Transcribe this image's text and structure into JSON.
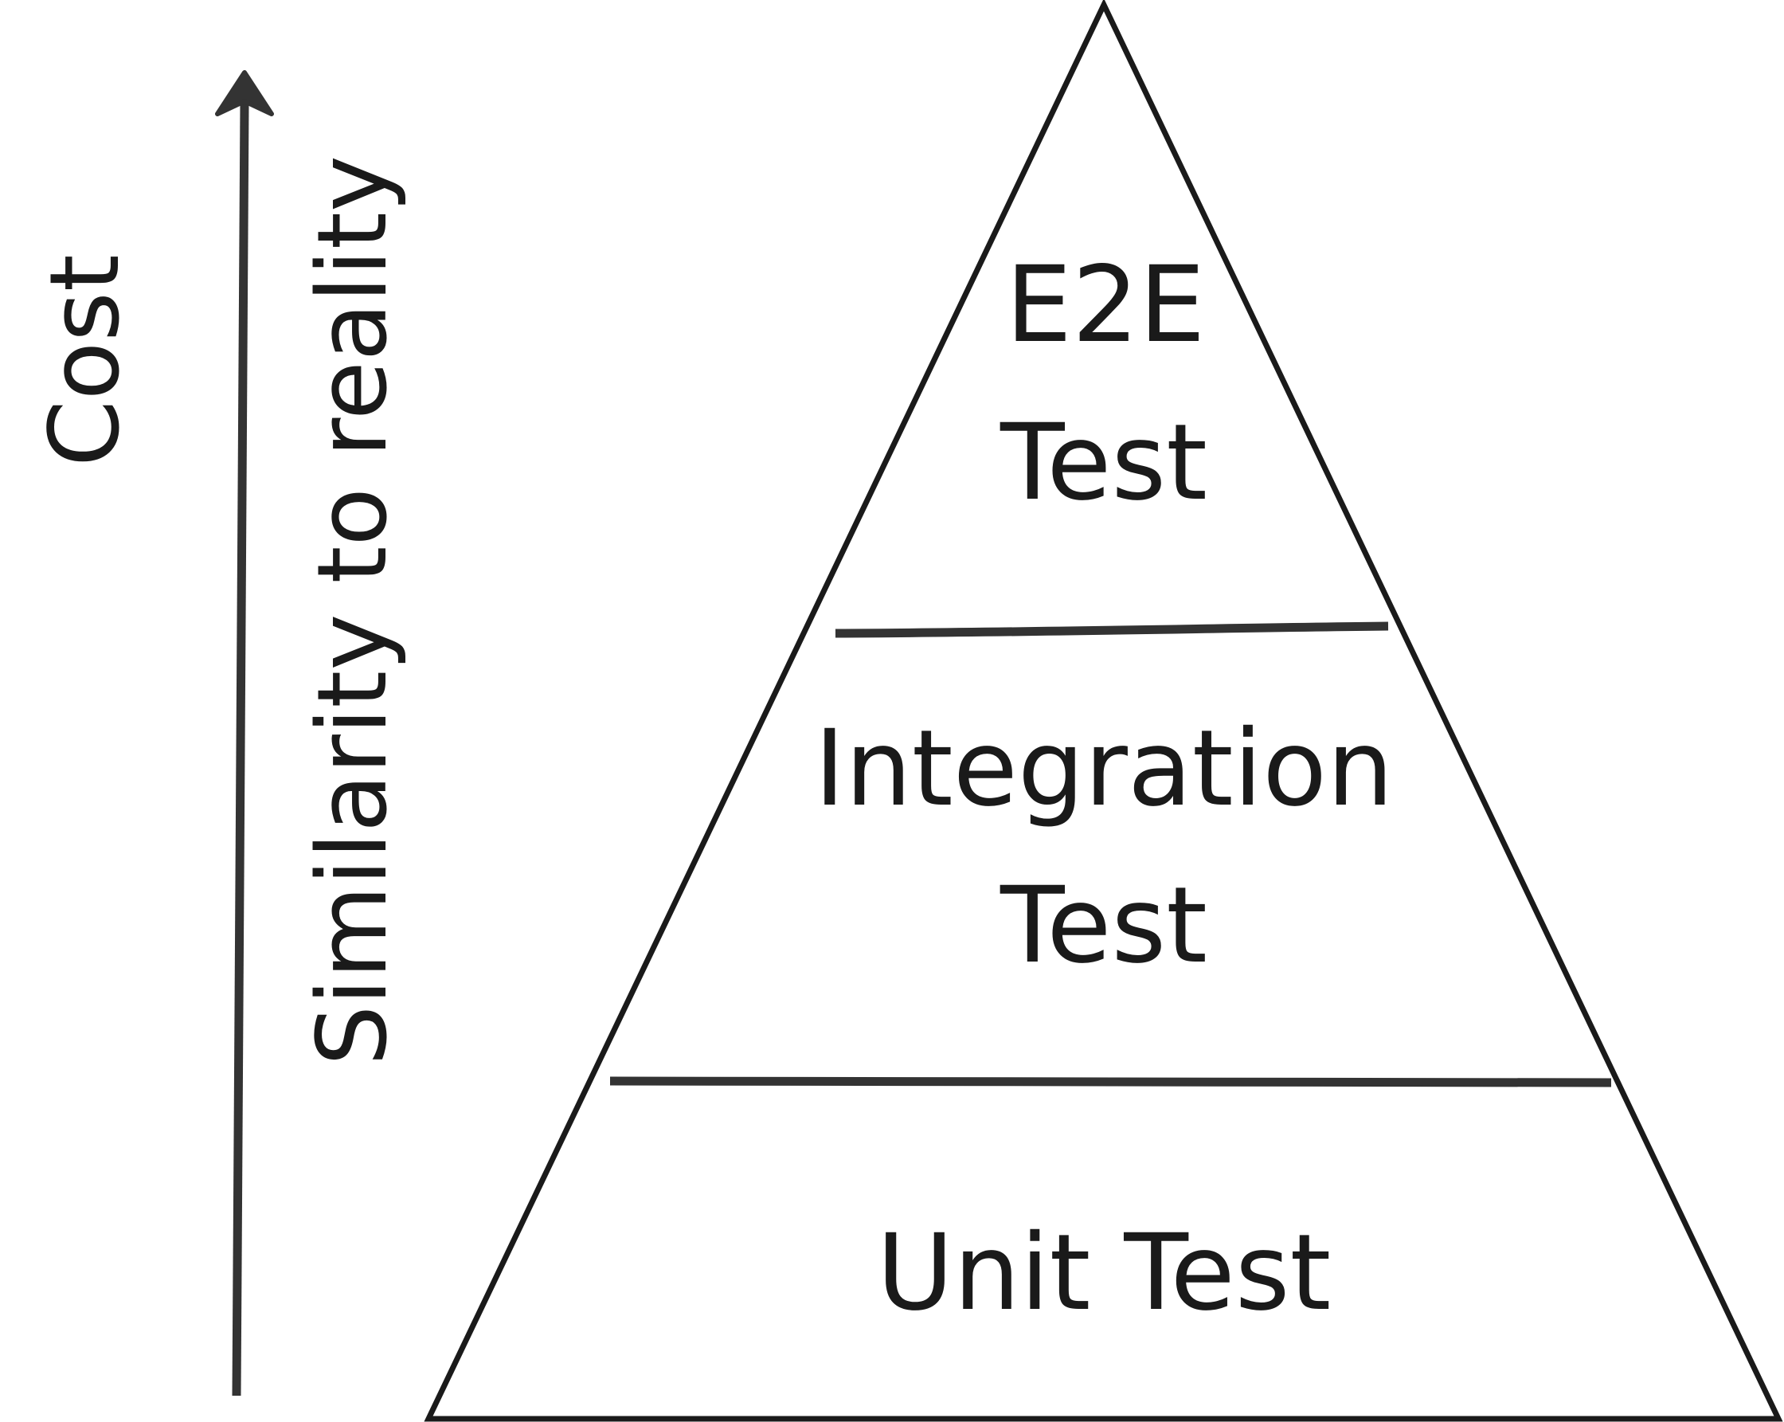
{
  "axis": {
    "label_cost": "Cost",
    "label_similarity": "Similarity to reality"
  },
  "pyramid": {
    "layers": [
      {
        "id": "e2e",
        "line1": "E2E",
        "line2": "Test"
      },
      {
        "id": "integration",
        "line1": "Integration",
        "line2": "Test"
      },
      {
        "id": "unit",
        "line1": "Unit Test"
      }
    ]
  },
  "colors": {
    "stroke": "#1a1a1a",
    "arrow": "#333333",
    "text": "#1a1a1a",
    "background": "#ffffff"
  }
}
